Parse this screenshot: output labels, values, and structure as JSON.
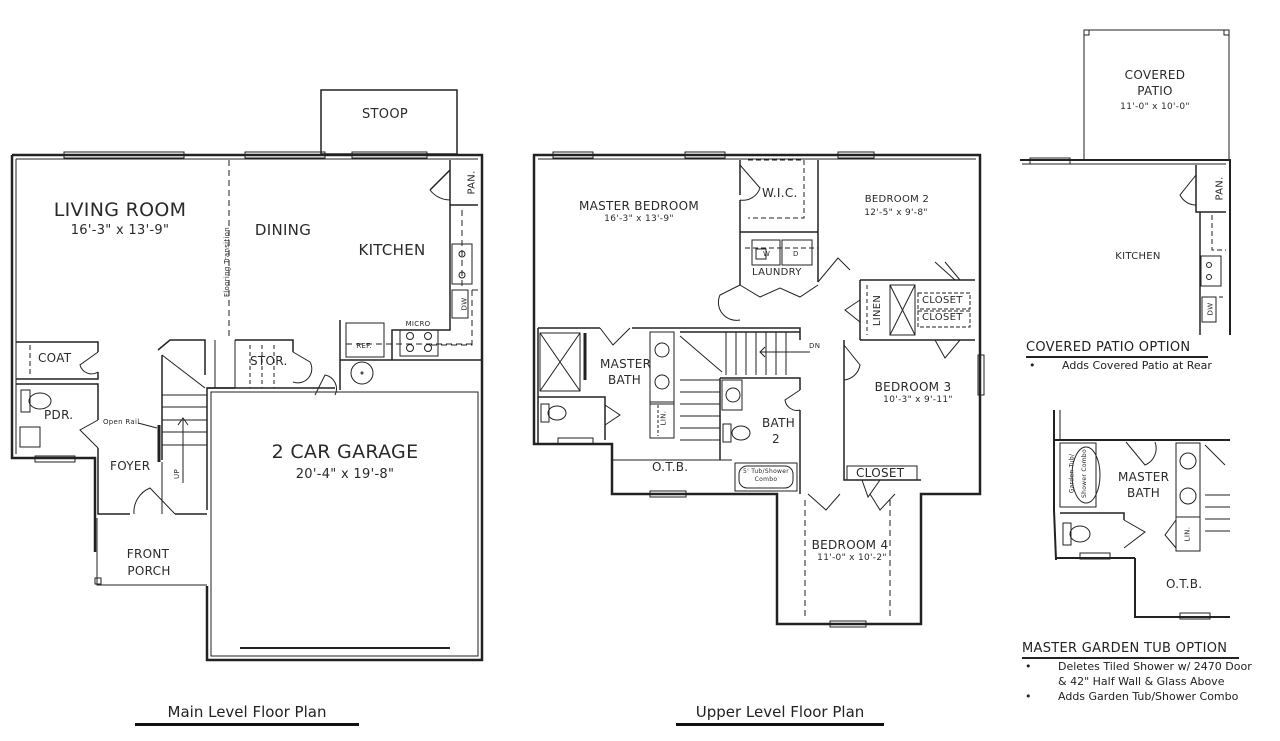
{
  "main_level": {
    "title": "Main Level Floor Plan",
    "rooms": {
      "stoop": "STOOP",
      "living_room": "LIVING ROOM",
      "living_room_dim": "16'-3\" x 13'-9\"",
      "dining": "DINING",
      "kitchen": "KITCHEN",
      "pantry": "PAN.",
      "dishwasher": "DW",
      "micro": "MICRO",
      "ref": "REF.",
      "coat": "COAT",
      "storage": "STOR.",
      "powder": "PDR.",
      "foyer": "FOYER",
      "up": "UP",
      "garage": "2 CAR GARAGE",
      "garage_dim": "20'-4\" x 19'-8\"",
      "front_porch_line1": "FRONT",
      "front_porch_line2": "PORCH"
    },
    "annotations": {
      "flooring_transition": "Flooring Transition",
      "open_rail": "Open Rail"
    }
  },
  "upper_level": {
    "title": "Upper Level Floor Plan",
    "rooms": {
      "master_bedroom": "MASTER BEDROOM",
      "master_bedroom_dim": "16'-3\" x 13'-9\"",
      "wic": "W.I.C.",
      "bedroom2": "BEDROOM 2",
      "bedroom2_dim": "12'-5\" x 9'-8\"",
      "laundry": "LAUNDRY",
      "washer": "W",
      "dryer": "D",
      "linen": "LINEN",
      "closet1": "CLOSET",
      "closet2": "CLOSET",
      "master_bath_line1": "MASTER",
      "master_bath_line2": "BATH",
      "lin": "LIN.",
      "dn": "DN",
      "bath2_line1": "BATH",
      "bath2_line2": "2",
      "bedroom3": "BEDROOM 3",
      "bedroom3_dim": "10'-3\" x 9'-11\"",
      "otb": "O.T.B.",
      "tub_line1": "5' Tub/Shower",
      "tub_line2": "Combo",
      "closet3": "CLOSET",
      "bedroom4": "BEDROOM 4",
      "bedroom4_dim": "11'-0\" x 10'-2\""
    }
  },
  "covered_patio_option": {
    "rooms": {
      "patio_line1": "COVERED",
      "patio_line2": "PATIO",
      "patio_dim": "11'-0\" x 10'-0\"",
      "kitchen": "KITCHEN",
      "pantry": "PAN.",
      "dishwasher": "DW"
    },
    "title": "COVERED PATIO OPTION",
    "bullets": [
      "Adds Covered Patio at Rear"
    ]
  },
  "master_garden_tub_option": {
    "rooms": {
      "garden_tub_line1": "Garden Tub/",
      "garden_tub_line2": "Shower Combo",
      "master_bath_line1": "MASTER",
      "master_bath_line2": "BATH",
      "lin": "LIN.",
      "otb": "O.T.B."
    },
    "title": "MASTER GARDEN TUB OPTION",
    "bullets": [
      "Deletes Tiled Shower w/ 2470 Door",
      "& 42\" Half Wall & Glass Above",
      "Adds  Garden Tub/Shower Combo"
    ]
  },
  "colors": {
    "line": "#222222",
    "background": "#ffffff"
  }
}
